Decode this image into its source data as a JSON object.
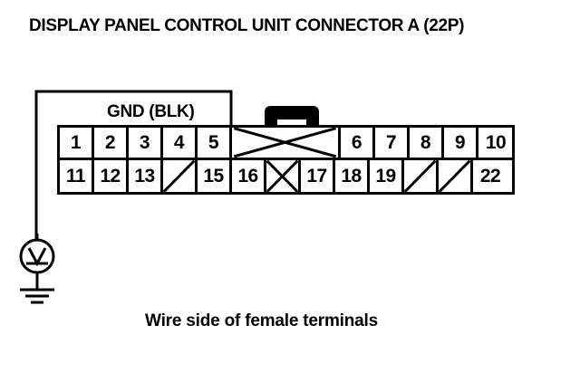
{
  "title": "DISPLAY PANEL CONTROL UNIT CONNECTOR A (22P)",
  "caption": "Wire side of female terminals",
  "labels": {
    "gnd": "GND (BLK)"
  },
  "colors": {
    "ink": "#000000",
    "paper": "#ffffff"
  },
  "connector": {
    "name": "DISPLAY PANEL CONTROL UNIT CONNECTOR A",
    "pin_count": "22P",
    "view": "Wire side of female terminals",
    "top_row": [
      {
        "label": "1",
        "type": "pin",
        "width": "w1"
      },
      {
        "label": "2",
        "type": "pin",
        "width": "w1"
      },
      {
        "label": "3",
        "type": "pin",
        "width": "w1"
      },
      {
        "label": "4",
        "type": "pin",
        "width": "w1"
      },
      {
        "label": "5",
        "type": "pin",
        "width": "w1"
      },
      {
        "label": "",
        "type": "cross-wide",
        "width": "wide"
      },
      {
        "label": "6",
        "type": "pin",
        "width": "w1"
      },
      {
        "label": "7",
        "type": "pin",
        "width": "w1"
      },
      {
        "label": "8",
        "type": "pin",
        "width": "w1"
      },
      {
        "label": "9",
        "type": "pin",
        "width": "w1"
      },
      {
        "label": "10",
        "type": "pin",
        "width": "w1"
      }
    ],
    "bottom_row": [
      {
        "label": "11",
        "type": "pin",
        "width": "w1"
      },
      {
        "label": "12",
        "type": "pin",
        "width": "w1"
      },
      {
        "label": "13",
        "type": "pin",
        "width": "w1"
      },
      {
        "label": "",
        "type": "slash",
        "width": "w1"
      },
      {
        "label": "15",
        "type": "pin",
        "width": "w1"
      },
      {
        "label": "16",
        "type": "pin",
        "width": "w1"
      },
      {
        "label": "",
        "type": "cross",
        "width": "w1"
      },
      {
        "label": "17",
        "type": "pin",
        "width": "w1"
      },
      {
        "label": "18",
        "type": "pin",
        "width": "w1"
      },
      {
        "label": "19",
        "type": "pin",
        "width": "w1"
      },
      {
        "label": "",
        "type": "slash",
        "width": "w1"
      },
      {
        "label": "",
        "type": "slash",
        "width": "w1"
      },
      {
        "label": "22",
        "type": "pin",
        "width": "w1"
      }
    ]
  },
  "test_lead": {
    "instrument": "voltmeter",
    "instrument_symbol": "V",
    "connected_pin": "5",
    "signal": "GND (BLK)",
    "termination": "chassis-ground"
  }
}
